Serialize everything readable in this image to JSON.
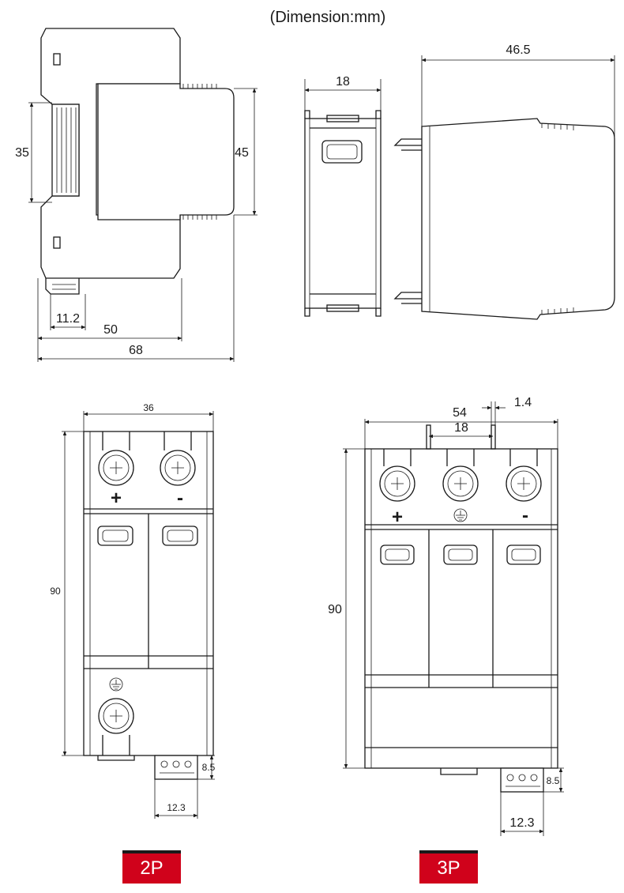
{
  "title": "(Dimension:mm)",
  "side_view": {
    "height_rail": "35",
    "height_body": "45",
    "width_terminal": "11.2",
    "width_mid": "50",
    "width_total": "68"
  },
  "front_view_thin": {
    "width": "18"
  },
  "side_view_right": {
    "depth": "46.5"
  },
  "p2": {
    "width": "36",
    "height": "90",
    "plus_symbol": "+",
    "minus_symbol": "-",
    "terminal_width": "12.3",
    "terminal_height": "8.5",
    "label": "2P"
  },
  "p3": {
    "width": "54",
    "pin_pitch": "18",
    "pin_width": "1.4",
    "height": "90",
    "plus_symbol": "+",
    "minus_symbol": "-",
    "terminal_width": "12.3",
    "terminal_height": "8.5",
    "label": "3P"
  },
  "colors": {
    "badge": "#d0021b",
    "line": "#1a1a1a"
  }
}
